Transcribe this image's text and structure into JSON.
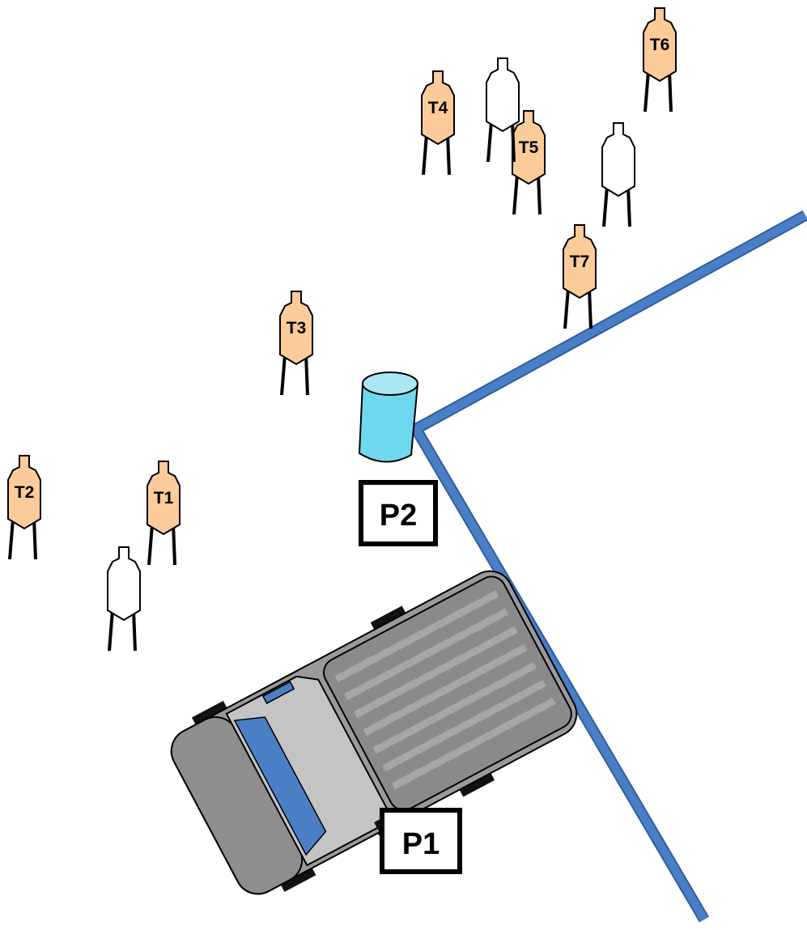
{
  "colors": {
    "target_orange": "#fccb9a",
    "target_white": "#ffffff",
    "wall_blue": "#4a7fc5",
    "barrel_cyan": "#6fd8ef",
    "truck_gray": "#9a9a9a",
    "truck_cab": "#c4c4c4",
    "window_blue": "#4a7fc5"
  },
  "targets": [
    {
      "id": "T1",
      "label": "T1",
      "color": "orange"
    },
    {
      "id": "T2",
      "label": "T2",
      "color": "orange"
    },
    {
      "id": "T3",
      "label": "T3",
      "color": "orange"
    },
    {
      "id": "T4",
      "label": "T4",
      "color": "orange"
    },
    {
      "id": "T5",
      "label": "T5",
      "color": "orange"
    },
    {
      "id": "T6",
      "label": "T6",
      "color": "orange"
    },
    {
      "id": "T7",
      "label": "T7",
      "color": "orange"
    },
    {
      "id": "NS1",
      "label": "",
      "color": "white"
    },
    {
      "id": "NS2",
      "label": "",
      "color": "white"
    },
    {
      "id": "NS3",
      "label": "",
      "color": "white"
    }
  ],
  "positions": [
    {
      "id": "P1",
      "label": "P1"
    },
    {
      "id": "P2",
      "label": "P2"
    }
  ],
  "props": {
    "barrel": "barrel",
    "wall": "wall",
    "truck": "pickup-truck"
  }
}
